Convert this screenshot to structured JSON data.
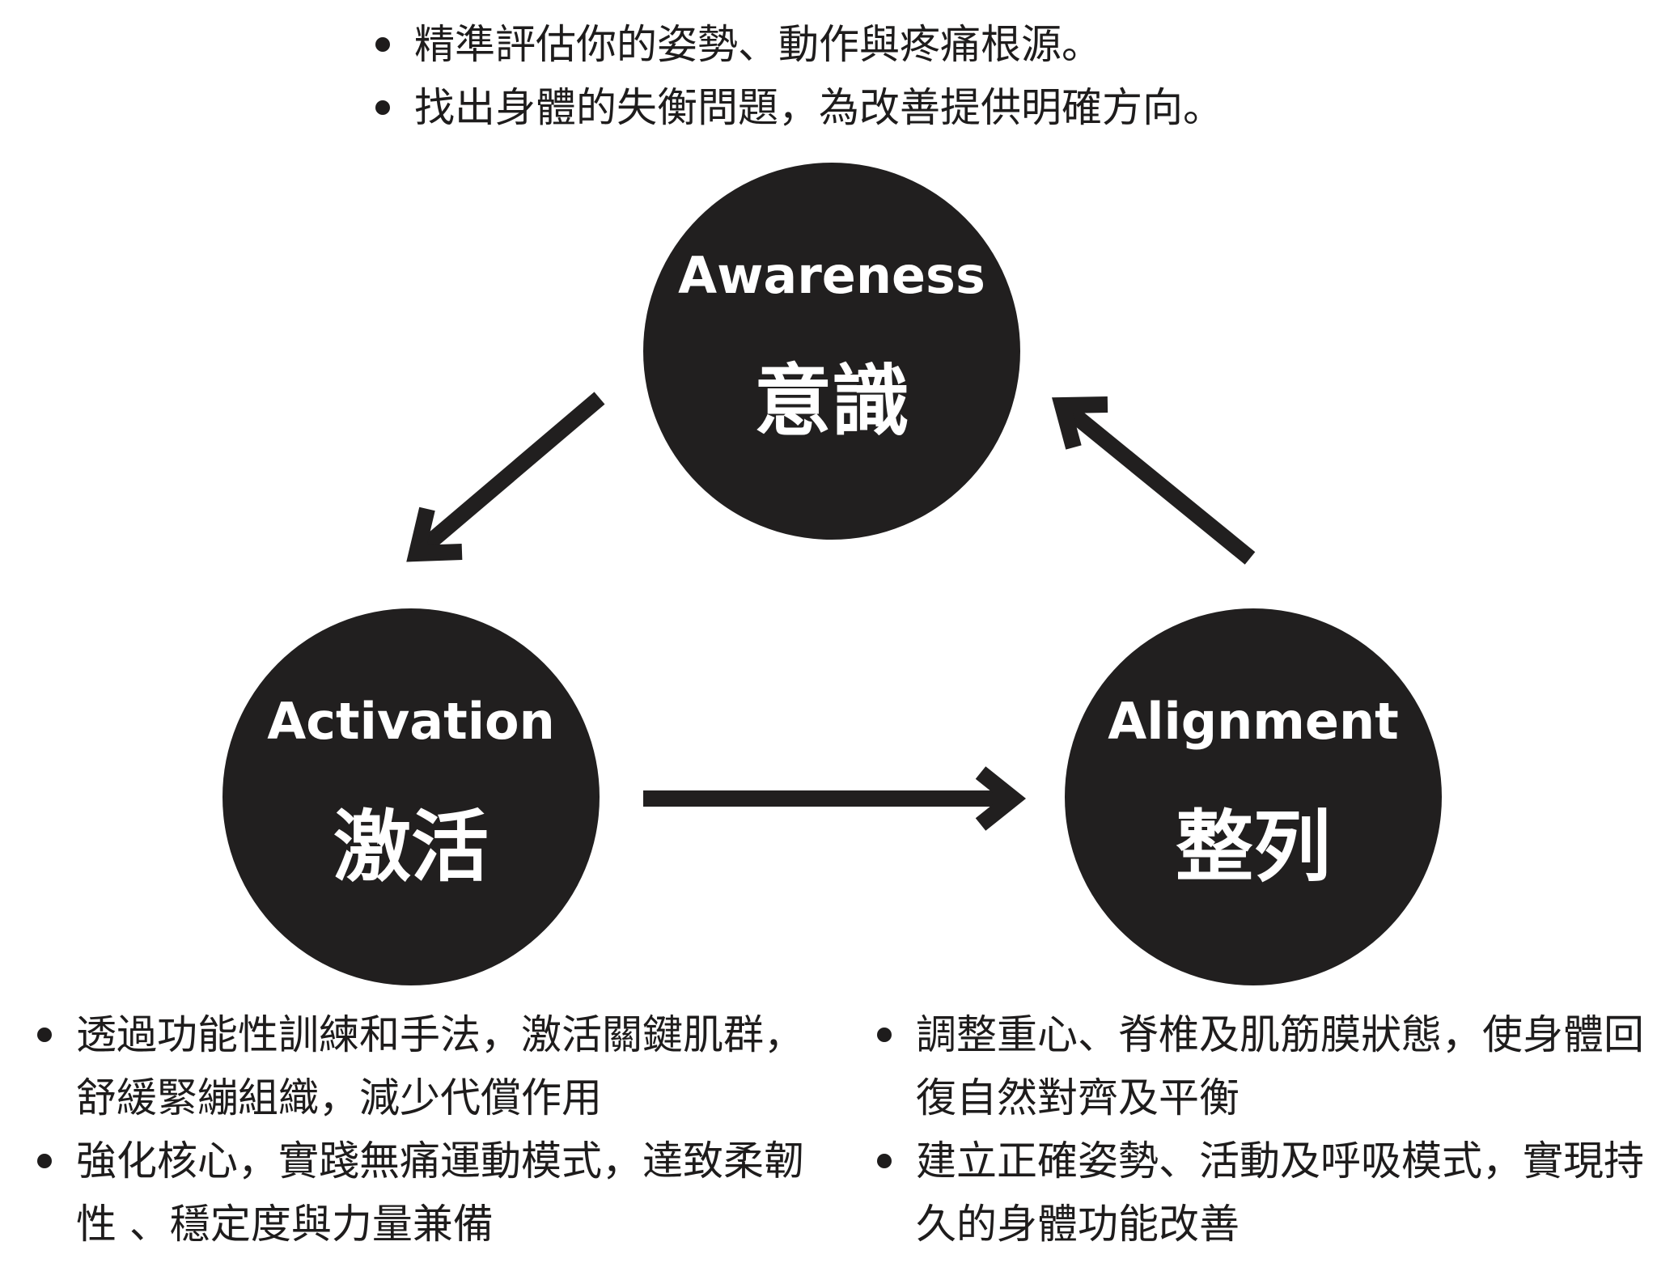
{
  "colors": {
    "node_fill": "#211f1f",
    "node_text": "#ffffff",
    "text": "#1e1c1c",
    "arrow": "#211f1f"
  },
  "top_notes": [
    "精準評估你的姿勢、動作與疼痛根源。",
    "找出身體的失衡問題，為改善提供明確方向。"
  ],
  "nodes": {
    "awareness": {
      "en": "Awareness",
      "zh": "意識"
    },
    "activation": {
      "en": "Activation",
      "zh": "激活"
    },
    "alignment": {
      "en": "Alignment",
      "zh": "整列"
    }
  },
  "arrows": [
    {
      "from": "awareness",
      "to": "activation"
    },
    {
      "from": "activation",
      "to": "alignment"
    },
    {
      "from": "alignment",
      "to": "awareness"
    }
  ],
  "activation_notes": [
    "透過功能性訓練和手法，激活關鍵肌群， 舒緩緊繃組織，減少代償作用",
    "強化核心，實踐無痛運動模式，達致柔韌性 、穩定度與力量兼備"
  ],
  "alignment_notes": [
    "調整重心、脊椎及肌筋膜狀態，使身體回復自然對齊及平衡",
    "建立正確姿勢、活動及呼吸模式，實現持久的身體功能改善"
  ]
}
